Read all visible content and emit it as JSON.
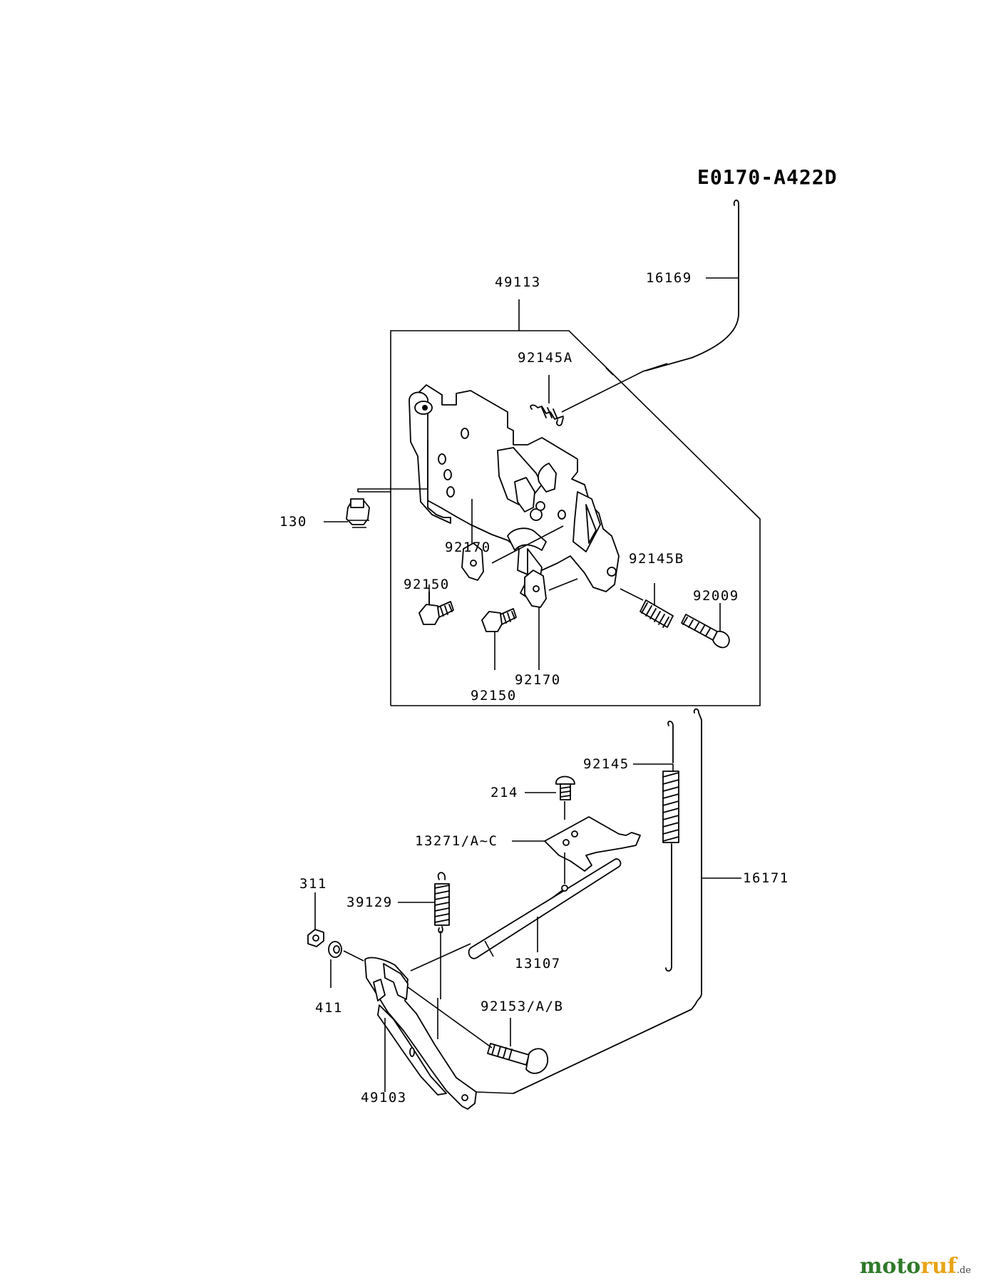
{
  "diagram": {
    "code": "E0170-A422D",
    "labels": {
      "p49113": "49113",
      "p16169": "16169",
      "p92145A": "92145A",
      "p130": "130",
      "p92170a": "92170",
      "p92145B": "92145B",
      "p92150a": "92150",
      "p92009": "92009",
      "p92150b": "92150",
      "p92170b": "92170",
      "p92145": "92145",
      "p214": "214",
      "p13271": "13271/A~C",
      "p311": "311",
      "p39129": "39129",
      "p16171": "16171",
      "p13107": "13107",
      "p411": "411",
      "p92153": "92153/A/B",
      "p49103": "49103"
    }
  },
  "brand": {
    "part1": "moto",
    "part2": "ruf",
    "tld": ".de"
  }
}
